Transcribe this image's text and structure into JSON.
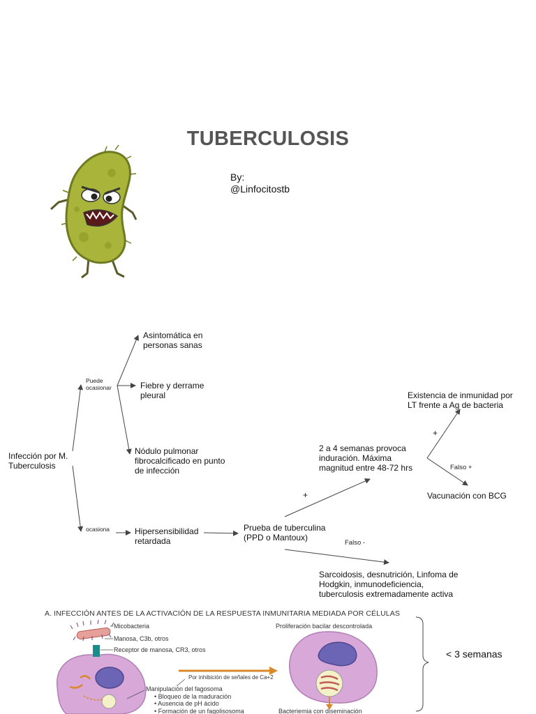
{
  "header": {
    "title": "TUBERCULOSIS",
    "by_label": "By:",
    "author": "@Linfocitostb"
  },
  "illustration": {
    "icon": "bacterium-mascot-icon"
  },
  "flowchart": {
    "root": "Infección por M. Tuberculosis",
    "edge_can_cause": "Puede ocasionar",
    "edge_causes": "ocasiona",
    "outcome_asymptomatic": "Asintomática en personas sanas",
    "outcome_fever": "Fiebre y derrame pleural",
    "outcome_nodule": "Nódulo pulmonar fibrocalcificado en punto de infección",
    "hypersensitivity": "Hipersensibilidad retardada",
    "tuberculin_test": "Prueba de tuberculina (PPD o Mantoux)",
    "positive_sign": "+",
    "positive_result": "2 a 4 semanas provoca induración. Máxima magnitud entre 48-72 hrs",
    "false_negative_label": "Falso -",
    "false_negative_causes": "Sarcoidosis, desnutrición, Linfoma de Hodgkin, inmunodeficiencia, tuberculosis extremadamente activa",
    "positive_sign_2": "+",
    "immunity": "Existencia de inmunidad por LT frente a Ag de bacteria",
    "false_positive_label": "Falso +",
    "vaccination": "Vacunación con BCG"
  },
  "figure": {
    "title": "A. INFECCIÓN ANTES DE LA ACTIVACIÓN DE LA RESPUESTA INMUNITARIA MEDIADA POR CÉLULAS",
    "label_micobacteria": "Micobacteria",
    "label_manosa": "Manosa, C3b, otros",
    "label_receptor": "Receptor de manosa, CR3, otros",
    "label_inhibition": "Por inhibición de señales de Ca+2",
    "label_manipulation": "Manipulación del fagosoma",
    "bullet_1": "• Bloqueo de la maduración",
    "bullet_2": "• Ausencia de pH ácido",
    "bullet_3": "• Formación de un fagolisosoma",
    "label_proliferation": "Proliferación bacilar descontrolada",
    "label_bacteremia": "Bacteriemia con diseminación",
    "weeks": "< 3 semanas"
  },
  "colors": {
    "title": "#555555",
    "bacterium_body": "#a8b53a",
    "cell": "#d7a8d8",
    "nucleus": "#6c64b5",
    "arrow_orange": "#d9892b"
  }
}
